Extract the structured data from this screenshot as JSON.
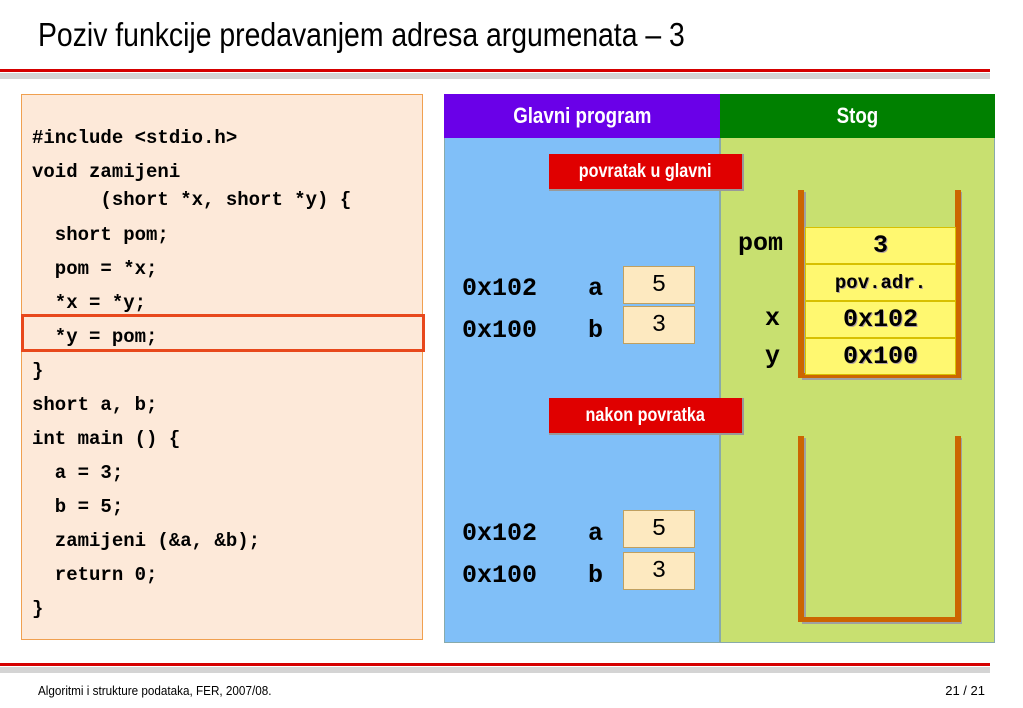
{
  "slide": {
    "title": "Poziv funkcije predavanjem adresa argumenata – 3"
  },
  "code": {
    "lines": [
      "#include <stdio.h>",
      "void zamijeni",
      "      (short *x, short *y) {",
      "  short pom;",
      "  pom = *x;",
      "  *x = *y;",
      "  *y = pom;",
      "}",
      "short a, b;",
      "int main () {",
      "  a = 3;",
      "  b = 5;",
      "  zamijeni (&a, &b);",
      "  return 0;",
      "}"
    ]
  },
  "main_panel": {
    "header": "Glavni program",
    "tag_before": "povratak u glavni",
    "tag_after": "nakon povratka",
    "before": {
      "row_a": {
        "addr": "0x102",
        "name": "a",
        "value": "5"
      },
      "row_b": {
        "addr": "0x100",
        "name": "b",
        "value": "3"
      }
    },
    "after": {
      "row_a": {
        "addr": "0x102",
        "name": "a",
        "value": "5"
      },
      "row_b": {
        "addr": "0x100",
        "name": "b",
        "value": "3"
      }
    }
  },
  "stack_panel": {
    "header": "Stog",
    "labels": {
      "pom": "pom",
      "x": "x",
      "y": "y"
    },
    "cells": {
      "pom": "3",
      "ret": "pov.adr.",
      "x": "0x102",
      "y": "0x100"
    }
  },
  "footer": {
    "left": "Algoritmi i strukture podataka, FER, 2007/08.",
    "right": "21 / 21"
  },
  "colors": {
    "accent_red": "#d50000",
    "main_header": "#6a00e8",
    "stack_header": "#008000",
    "main_bg": "#80bff8",
    "stack_bg": "#c8e070",
    "highlight": "#e8481c"
  }
}
